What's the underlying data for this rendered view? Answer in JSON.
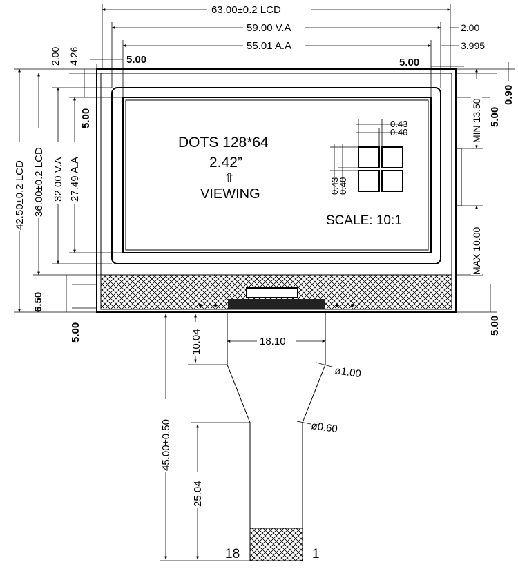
{
  "dimensions_top": {
    "lcd_width": "63.00±0.2 LCD",
    "va_width": "59.00 V.A",
    "aa_width": "55.01 A.A",
    "right_2": "2.00",
    "right_3995": "3.995",
    "left_500": "5.00",
    "right_500": "5.00"
  },
  "dimensions_left": {
    "top_200": "2.00",
    "top_426": "4.26",
    "lcd_height": "42.50±0.2 LCD",
    "h_36": "36.00±0.2 LCD",
    "va_height": "32.00 V.A",
    "aa_height": "27.49 A.A",
    "left_500": "5.00",
    "bottom_650": "6.50",
    "bottom_500": "5.00"
  },
  "dimensions_right": {
    "r_090": "0.90",
    "r_500_top": "5.00",
    "min_label": "MIN 13.50",
    "max_label": "MAX 10.00",
    "r_500_bottom": "5.00"
  },
  "display_text": {
    "dots": "DOTS 128*64",
    "size": "2.42”",
    "arrow": "⇧",
    "viewing": "VIEWING",
    "scale": "SCALE: 10:1",
    "pixel_043_h": "0.43",
    "pixel_040_h": "0.40",
    "pixel_043_v": "0.43",
    "pixel_040_v": "0.40"
  },
  "fpc": {
    "height_1004": "10.04",
    "width_1810": "18.10",
    "dia_100": "ø1.00",
    "dia_060": "ø0.60",
    "total_length": "45.00±0.50",
    "tail_length": "25.04",
    "pin_left": "18",
    "pin_right": "1"
  }
}
